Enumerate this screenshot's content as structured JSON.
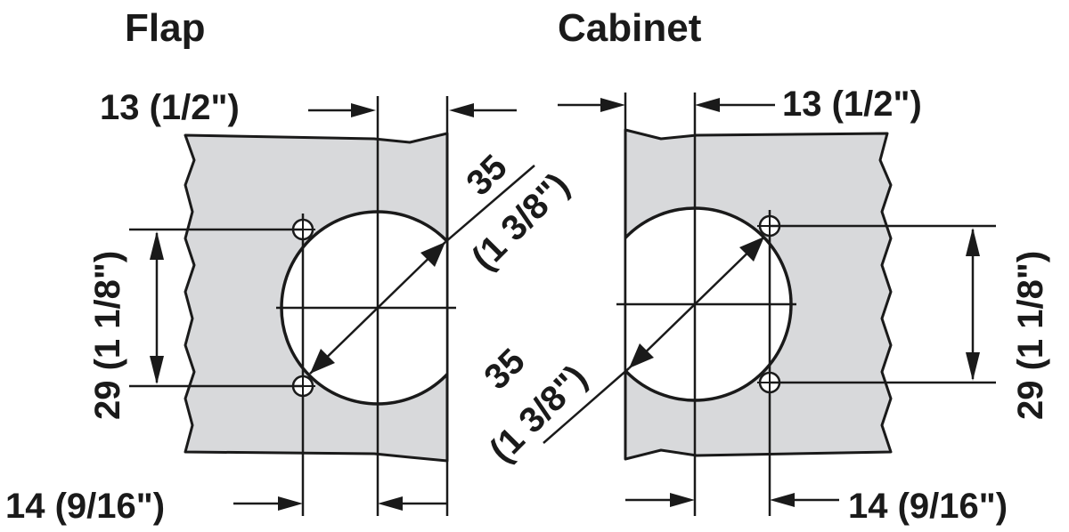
{
  "labels": {
    "flap_title": "Flap",
    "cabinet_title": "Cabinet",
    "flap_top_dim": "13 (1/2\")",
    "cabinet_top_dim": "13 (1/2\")",
    "flap_diag_mm": "35",
    "flap_diag_in": "(1 3/8\")",
    "cabinet_diag_mm": "35",
    "cabinet_diag_in": "(1 3/8\")",
    "flap_vert_dim": "29 (1 1/8\")",
    "cabinet_vert_dim": "29 (1 1/8\")",
    "flap_bottom_dim": "14 (9/16\")",
    "cabinet_bottom_dim": "14 (9/16\")"
  },
  "colors": {
    "panel_fill": "#d8d9db",
    "line": "#1a1a1a"
  }
}
